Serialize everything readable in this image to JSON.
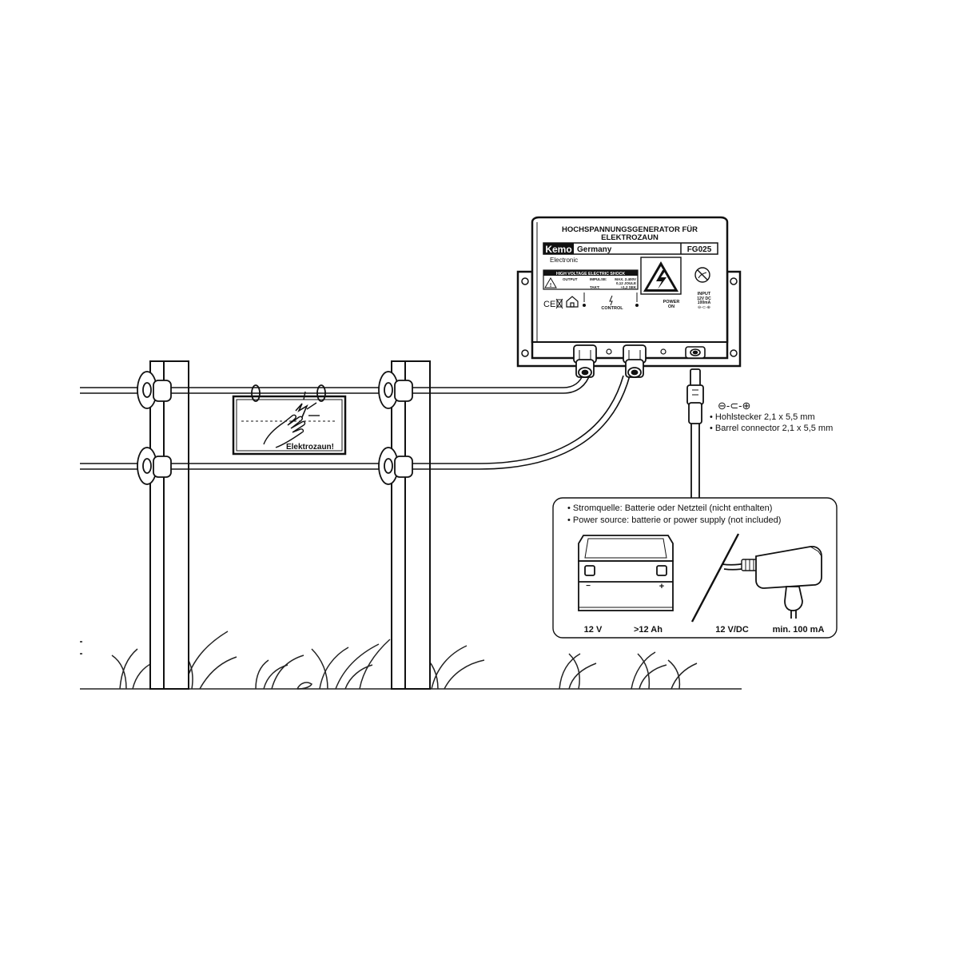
{
  "device": {
    "title_line1": "HOCHSPANNUNGSGENERATOR FÜR",
    "title_line2": "ELEKTROZAUN",
    "brand": "Kemo",
    "brand_sub": "Electronic",
    "origin": "Germany",
    "model": "FG025",
    "warning_banner": "HIGH VOLTAGE ELECTRIC SHOCK",
    "output_label": "OUTPUT",
    "impulse_label": "IMPULSE:",
    "impulse_value": "MAX. 2.400V",
    "energy_value": "0,12 JOULE",
    "takt_label": "TAKT:",
    "takt_value": "≈1,2 SEK",
    "ce_mark": "CE",
    "control_label": "CONTROL",
    "power_label_1": "POWER",
    "power_label_2": "ON",
    "input_label": "INPUT",
    "input_voltage": "12V DC",
    "input_current": "100mA",
    "polarity_symbol": "⊖-⊂-⊕"
  },
  "connector": {
    "polarity_symbol": "⊖-⊂-⊕",
    "line1": "• Hohlstecker 2,1 x 5,5 mm",
    "line2": "• Barrel connector 2,1 x 5,5 mm"
  },
  "fence_sign": {
    "text": "Elektrozaun!"
  },
  "power_box": {
    "line1": "•  Stromquelle: Batterie oder Netzteil (nicht enthalten)",
    "line2": "•  Power source: batterie or power supply (not included)",
    "battery_minus": "−",
    "battery_plus": "+",
    "battery_voltage": "12 V",
    "battery_capacity": ">12 Ah",
    "psu_voltage": "12 V/DC",
    "psu_current": "min. 100 mA"
  }
}
